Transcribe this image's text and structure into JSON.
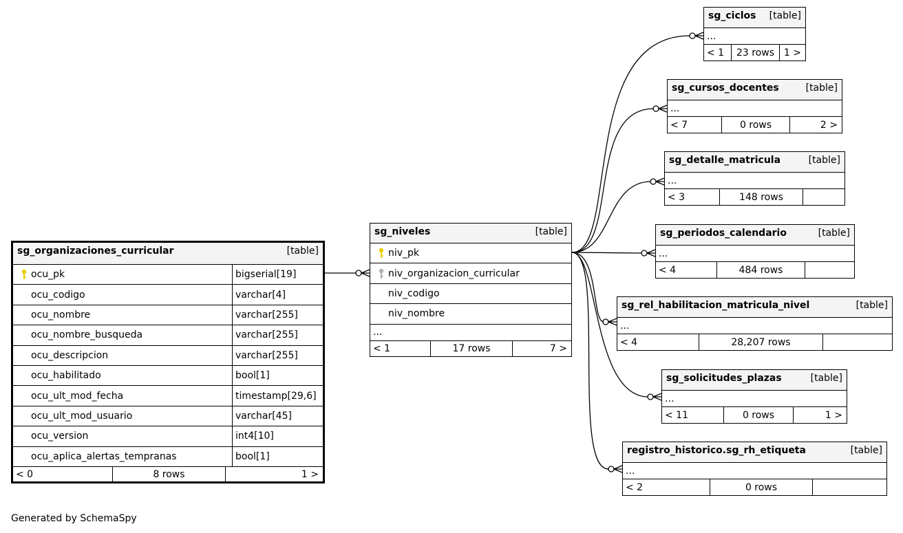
{
  "footer_text": "Generated by SchemaSpy",
  "type_label": "[table]",
  "colors": {
    "key_primary": "#e6cf00",
    "key_foreign": "#b0b0b0",
    "header_bg": "#f4f4f4"
  },
  "main_table": {
    "name": "sg_organizaciones_curricular",
    "columns": [
      {
        "name": "ocu_pk",
        "type": "bigserial[19]",
        "key": "primary"
      },
      {
        "name": "ocu_codigo",
        "type": "varchar[4]"
      },
      {
        "name": "ocu_nombre",
        "type": "varchar[255]"
      },
      {
        "name": "ocu_nombre_busqueda",
        "type": "varchar[255]"
      },
      {
        "name": "ocu_descripcion",
        "type": "varchar[255]"
      },
      {
        "name": "ocu_habilitado",
        "type": "bool[1]"
      },
      {
        "name": "ocu_ult_mod_fecha",
        "type": "timestamp[29,6]"
      },
      {
        "name": "ocu_ult_mod_usuario",
        "type": "varchar[45]"
      },
      {
        "name": "ocu_version",
        "type": "int4[10]"
      },
      {
        "name": "ocu_aplica_alertas_tempranas",
        "type": "bool[1]"
      }
    ],
    "footer": {
      "parents": "< 0",
      "rows": "8 rows",
      "children": "1 >"
    }
  },
  "niveles": {
    "name": "sg_niveles",
    "columns": [
      {
        "name": "niv_pk",
        "key": "primary"
      },
      {
        "name": "niv_organizacion_curricular",
        "key": "foreign"
      },
      {
        "name": "niv_codigo"
      },
      {
        "name": "niv_nombre"
      }
    ],
    "ellipsis": "...",
    "footer": {
      "parents": "< 1",
      "rows": "17 rows",
      "children": "7 >"
    }
  },
  "children": [
    {
      "name": "sg_ciclos",
      "ellipsis": "...",
      "footer": {
        "parents": "< 1",
        "rows": "23 rows",
        "children": "1 >"
      }
    },
    {
      "name": "sg_cursos_docentes",
      "ellipsis": "...",
      "footer": {
        "parents": "< 7",
        "rows": "0 rows",
        "children": "2 >"
      }
    },
    {
      "name": "sg_detalle_matricula",
      "ellipsis": "...",
      "footer": {
        "parents": "< 3",
        "rows": "148 rows",
        "children": ""
      }
    },
    {
      "name": "sg_periodos_calendario",
      "ellipsis": "...",
      "footer": {
        "parents": "< 4",
        "rows": "484 rows",
        "children": ""
      }
    },
    {
      "name": "sg_rel_habilitacion_matricula_nivel",
      "ellipsis": "...",
      "footer": {
        "parents": "< 4",
        "rows": "28,207 rows",
        "children": ""
      }
    },
    {
      "name": "sg_solicitudes_plazas",
      "ellipsis": "...",
      "footer": {
        "parents": "< 11",
        "rows": "0 rows",
        "children": "1 >"
      }
    },
    {
      "name": "registro_historico.sg_rh_etiqueta",
      "ellipsis": "...",
      "footer": {
        "parents": "< 2",
        "rows": "0 rows",
        "children": ""
      }
    }
  ]
}
